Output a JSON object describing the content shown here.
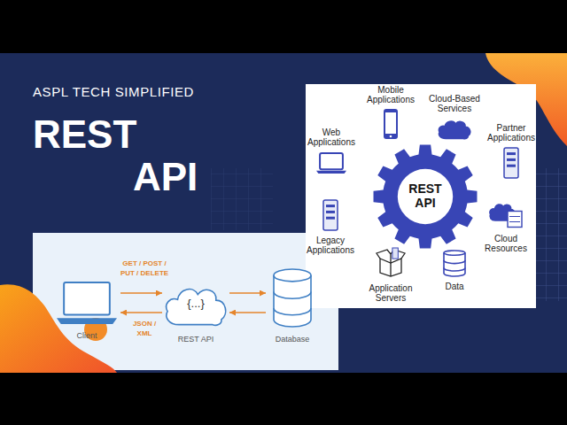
{
  "diagram": {
    "title": "REST API",
    "nodes": [
      {
        "text": [
          "Client"
        ]
      },
      {
        "text": [
          "{...}",
          "REST API"
        ]
      },
      {
        "text": [
          "Database"
        ]
      },
      {
        "text": [
          "REST API"
        ]
      },
      {
        "text": [
          "Mobile Applications"
        ]
      },
      {
        "text": [
          "Cloud-Based Services"
        ]
      },
      {
        "text": [
          "Web Applications"
        ]
      },
      {
        "text": [
          "Partner Applications"
        ]
      },
      {
        "text": [
          "Legacy Applications"
        ]
      },
      {
        "text": [
          "Cloud Resources"
        ]
      },
      {
        "text": [
          "Application Servers"
        ]
      },
      {
        "text": [
          "Data"
        ]
      }
    ],
    "edges": [
      {
        "from": 0,
        "to": 1,
        "label": "GET / POST / PUT / DELETE",
        "arrow": "to"
      },
      {
        "from": 1,
        "to": 0,
        "label": "JSON / XML",
        "arrow": "to"
      },
      {
        "from": 1,
        "to": 2,
        "arrow": "to"
      },
      {
        "from": 2,
        "to": 1,
        "arrow": "to"
      }
    ],
    "labels": [
      "ASPL TECH SIMPLIFIED"
    ]
  }
}
